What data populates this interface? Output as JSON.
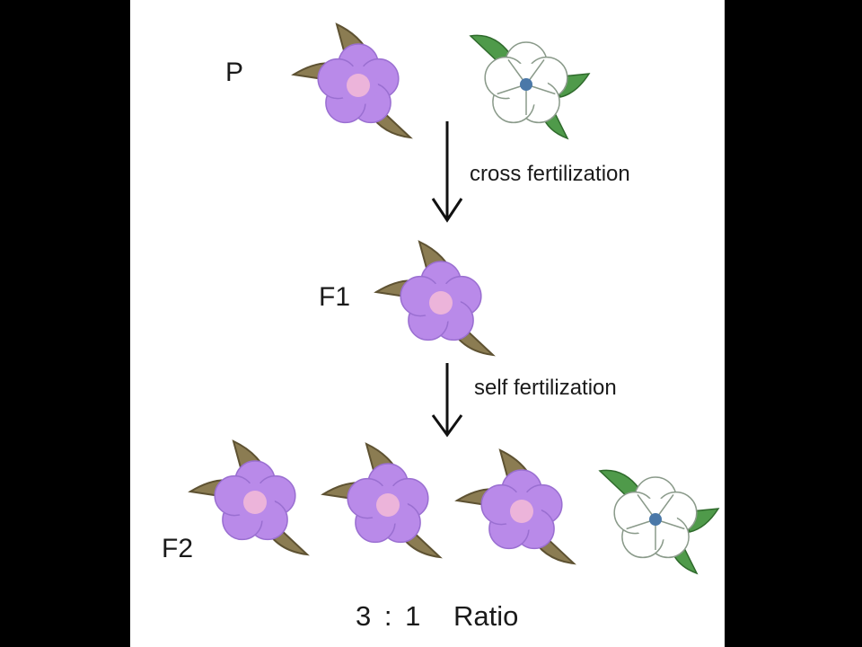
{
  "labels": {
    "p": "P",
    "f1": "F1",
    "f2": "F2"
  },
  "steps": {
    "cross": "cross fertilization",
    "self": "self fertilization"
  },
  "ratio": {
    "dominant": "3",
    "separator": ":",
    "recessive": "1",
    "word": "Ratio"
  },
  "colors": {
    "purple_petal": "#b98ae9",
    "purple_petal_edge": "#9a6fd1",
    "purple_center": "#f2b8d8",
    "brown_leaf": "#8b7c52",
    "brown_leaf_edge": "#5e5232",
    "white_petal": "#ffffff",
    "white_petal_edge": "#8a9a8a",
    "green_leaf": "#4f9a4a",
    "blue_center": "#4a78a8"
  },
  "generations": [
    {
      "name": "P",
      "flowers": [
        "purple",
        "white"
      ]
    },
    {
      "name": "F1",
      "flowers": [
        "purple"
      ]
    },
    {
      "name": "F2",
      "flowers": [
        "purple",
        "purple",
        "purple",
        "white"
      ]
    }
  ]
}
